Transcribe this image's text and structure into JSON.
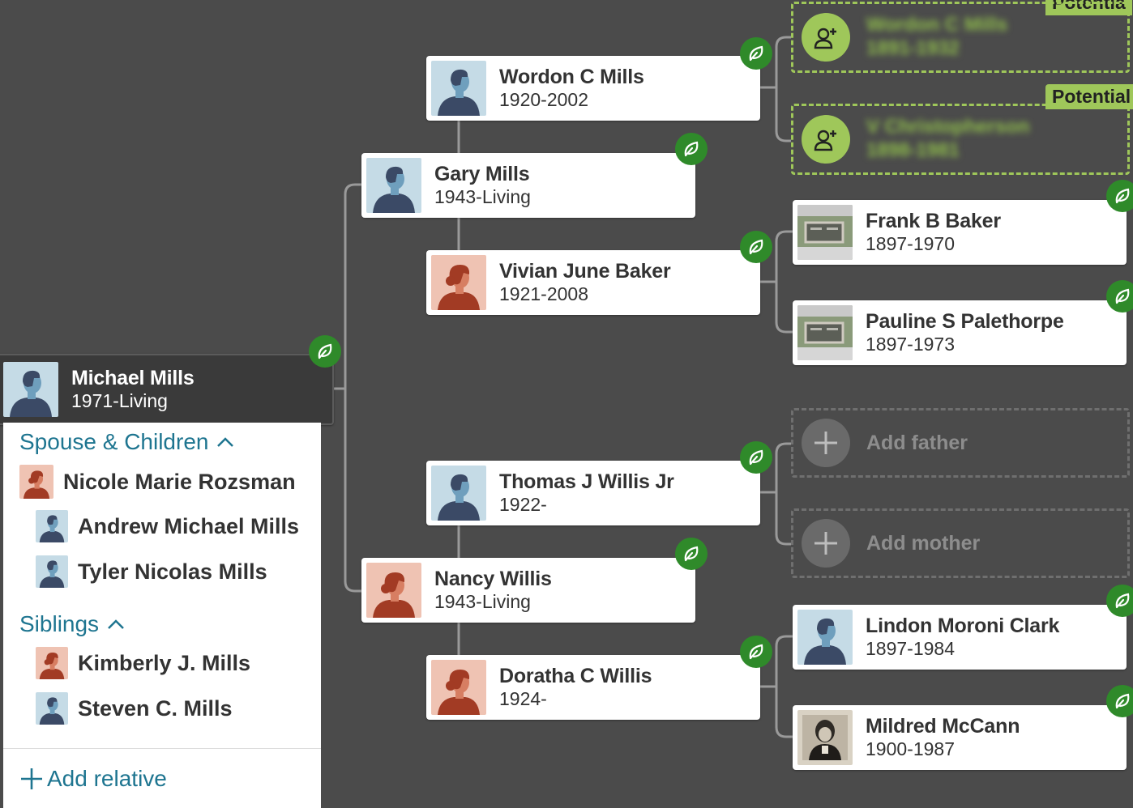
{
  "root": {
    "name": "Michael Mills",
    "years": "1971-Living"
  },
  "parents": [
    {
      "name": "Gary Mills",
      "years": "1943-Living",
      "gender": "male"
    },
    {
      "name": "Nancy Willis",
      "years": "1943-Living",
      "gender": "female"
    }
  ],
  "grandparents": [
    {
      "name": "Wordon C Mills",
      "years": "1920-2002",
      "gender": "male"
    },
    {
      "name": "Vivian June Baker",
      "years": "1921-2008",
      "gender": "female"
    },
    {
      "name": "Thomas J Willis Jr",
      "years": "1922-",
      "gender": "male"
    },
    {
      "name": "Doratha C Willis",
      "years": "1924-",
      "gender": "female"
    }
  ],
  "great_grandparents": [
    {
      "name": "Frank B Baker",
      "years": "1897-1970",
      "photo": "headstone"
    },
    {
      "name": "Pauline S Palethorpe",
      "years": "1897-1973",
      "photo": "headstone"
    },
    {
      "name": "Lindon Moroni Clark",
      "years": "1897-1984",
      "photo": "male-silhouette"
    },
    {
      "name": "Mildred McCann",
      "years": "1900-1987",
      "photo": "portrait"
    }
  ],
  "potential": {
    "tag": "Potential",
    "tag_top_partial": "Potentia",
    "father": {
      "name": "Wordon C Mills",
      "years": "1891-1932"
    },
    "mother": {
      "name": "V Christopherson",
      "years": "1898-1981"
    }
  },
  "add_buttons": {
    "father": "Add father",
    "mother": "Add mother"
  },
  "panel": {
    "spouse_section": "Spouse & Children",
    "spouse": "Nicole Marie Rozsman",
    "children": [
      "Andrew Michael Mills",
      "Tyler Nicolas Mills"
    ],
    "siblings_section": "Siblings",
    "siblings": [
      "Kimberly J. Mills",
      "Steven C. Mills"
    ],
    "add_relative": "Add relative"
  },
  "colors": {
    "background": "#4b4b4b",
    "line": "#9a9a9a",
    "hint_green": "#2f8a2a",
    "potential_green": "#9fc75a",
    "link_blue": "#1e7590",
    "male_bg": "#c5dbe6",
    "female_bg": "#efc3b3"
  }
}
